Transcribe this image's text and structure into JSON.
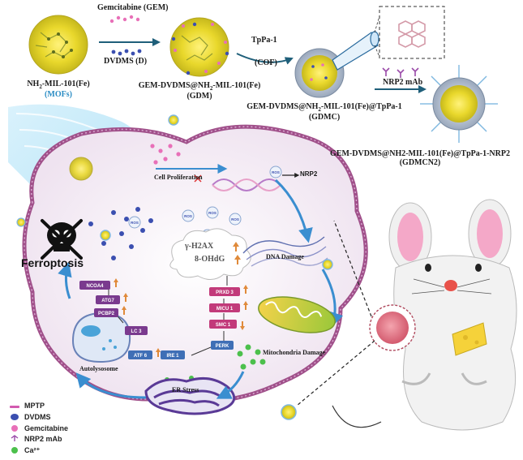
{
  "synthesis": {
    "mof_label_top": "NH",
    "mof_label_sub": "2",
    "mof_label_rest": "-MIL-101(Fe)",
    "mof_label_paren": "(MOFs)",
    "gem_label": "Gemcitabine (GEM)",
    "dvdms_label": "DVDMS (D)",
    "gdm_label_a": "GEM-DVDMS@NH",
    "gdm_label_sub": "2",
    "gdm_label_b": "-MIL-101(Fe)",
    "gdm_label_paren": "(GDM)",
    "tppa_label": "TpPa-1",
    "cof_label": "(COF)",
    "gdmc_label_a": "GEM-DVDMS@NH",
    "gdmc_label_sub": "2",
    "gdmc_label_b": "-MIL-101(Fe)@TpPa-1",
    "gdmc_label_paren": "(GDMC)",
    "nrp2_mab_label": "NRP2 mAb",
    "gdmcn2_label": "GEM-DVDMS@NH2-MIL-101(Fe)@TpPa-1-NRP2",
    "gdmcn2_paren": "(GDMCN2)"
  },
  "cell": {
    "ferroptosis": "Ferroptosis",
    "cell_proliferation": "Cell Proliferation",
    "nrp2": "NRP2",
    "h2ax": "γ-H2AX",
    "ohdg": "8-OHdG",
    "dna_damage": "DNA Damage",
    "ros": "ROS",
    "ncoa4": "NCOA4",
    "atg7": "ATG7",
    "pcbp2": "PCBP2",
    "lc3": "LC 3",
    "autolysosome": "Autolysosome",
    "atf6": "ATF 6",
    "ire1": "IRE 1",
    "perk": "PERK",
    "prxd3": "PRXD 3",
    "micu1": "MICU 1",
    "smc1": "SMC 1",
    "mito_damage": "Mitochondria Damage",
    "er_stress": "ER Stress"
  },
  "legend": [
    {
      "label": "MPTP",
      "color": "#d25ab0"
    },
    {
      "label": "DVDMS",
      "color": "#3b4fb0"
    },
    {
      "label": "Gemcitabine",
      "color": "#e870b8"
    },
    {
      "label": "NRP2 mAb",
      "color": "#9a4aa8"
    },
    {
      "label": "Ca²⁺",
      "color": "#4cc04c"
    }
  ],
  "colors": {
    "cell_membrane": "#a0508a",
    "cell_fill": "#f6eef6",
    "arrow_blue": "#3a8ed0",
    "mof_yellow": "#f3e13a",
    "tag_purple": "#7a3a8e",
    "tag_blue": "#3f6fb6"
  }
}
